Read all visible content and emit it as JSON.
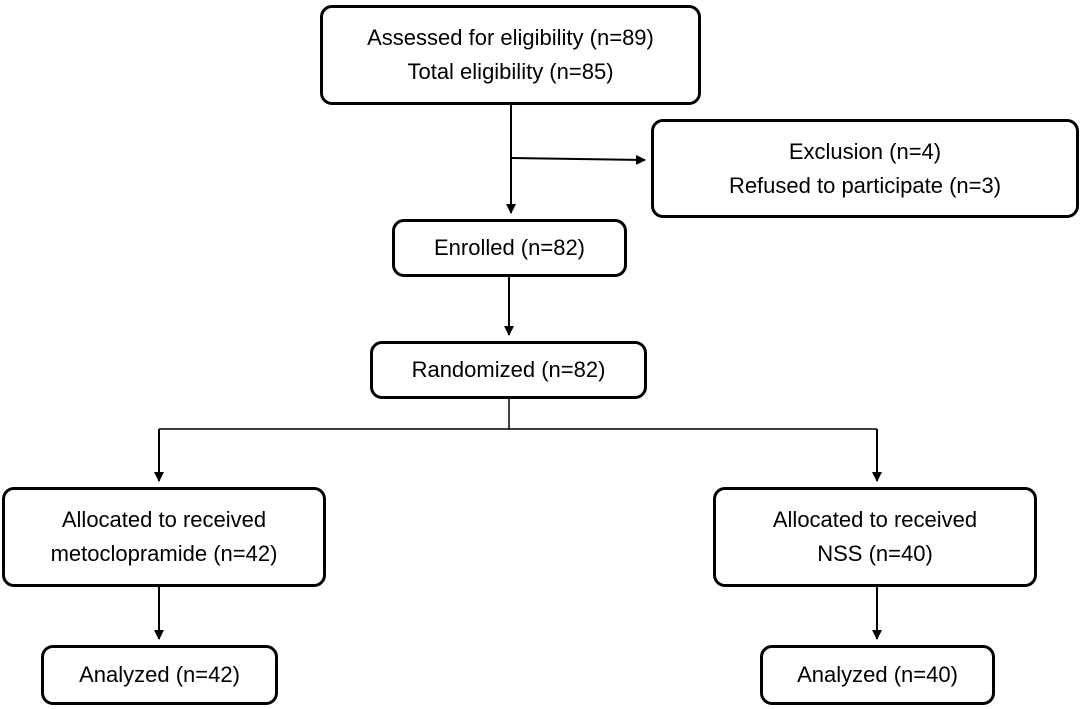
{
  "flowchart": {
    "assessed": {
      "line1": "Assessed for eligibility (n=89)",
      "line2": "Total eligibility (n=85)"
    },
    "exclusion": {
      "line1": "Exclusion (n=4)",
      "line2": "Refused to participate (n=3)"
    },
    "enrolled": {
      "label": "Enrolled (n=82)"
    },
    "randomized": {
      "label": "Randomized (n=82)"
    },
    "allocation_left": {
      "line1": "Allocated to received",
      "line2": "metoclopramide (n=42)"
    },
    "allocation_right": {
      "line1": "Allocated to received",
      "line2": "NSS (n=40)"
    },
    "analyzed_left": {
      "label": "Analyzed (n=42)"
    },
    "analyzed_right": {
      "label": "Analyzed (n=40)"
    }
  },
  "colors": {
    "stroke": "#000000",
    "background": "#ffffff"
  }
}
